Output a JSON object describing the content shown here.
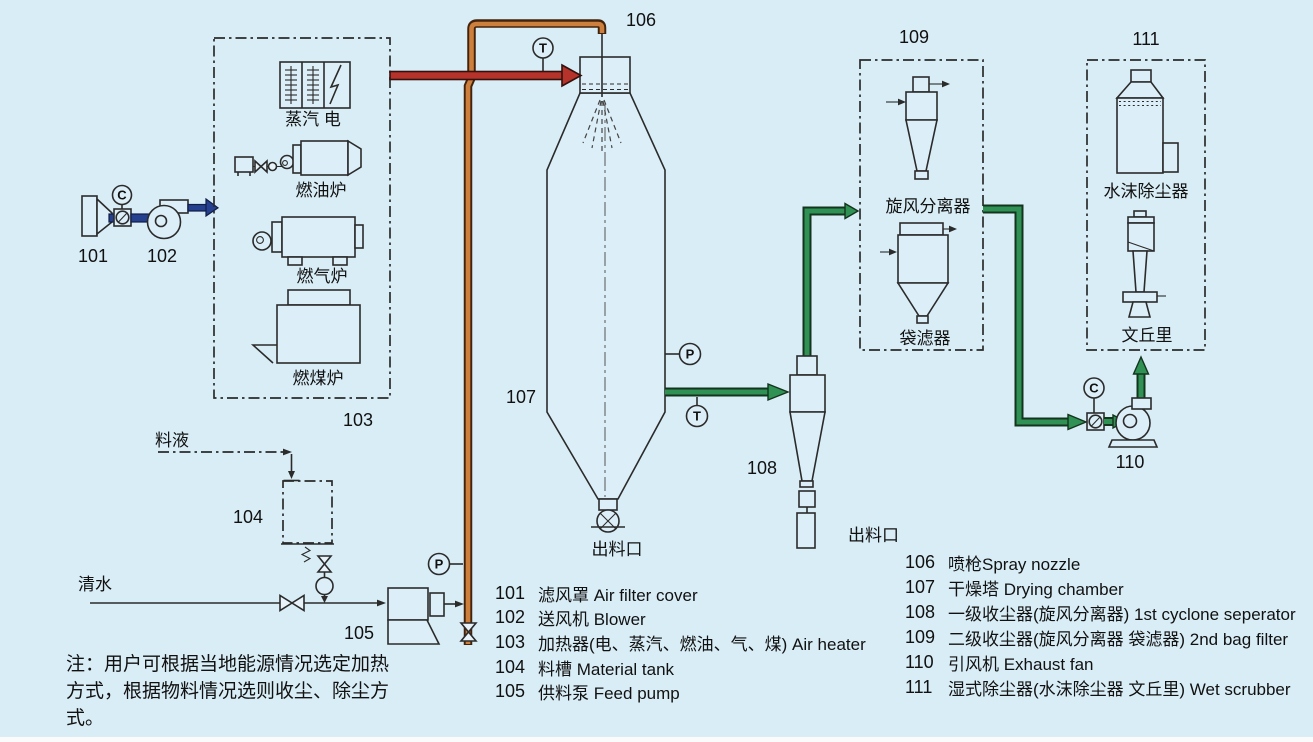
{
  "colors": {
    "background": "#d9edf6",
    "hot_air_pipe": "#b5332a",
    "feed_pipe": "#cd7f3d",
    "exhaust_pipe": "#2f9154",
    "inlet_air_arrow": "#24408e",
    "line": "#2b2b2b"
  },
  "labels": {
    "n101": "101",
    "n102": "102",
    "n103": "103",
    "n104": "104",
    "n105": "105",
    "n106": "106",
    "n107": "107",
    "n108": "108",
    "n109": "109",
    "n110": "110",
    "n111": "111",
    "steam_electric": "蒸汽 电",
    "oil_furnace": "燃油炉",
    "gas_furnace": "燃气炉",
    "coal_furnace": "燃煤炉",
    "feed_liquid": "料液",
    "clean_water": "清水",
    "tower_discharge": "出料口",
    "cyclone_discharge": "出料口",
    "cyclone_separator": "旋风分离器",
    "bag_filter": "袋滤器",
    "water_mist_scrubber": "水沫除尘器",
    "venturi": "文丘里",
    "inst_t": "T",
    "inst_p": "P",
    "inst_c": "C"
  },
  "legend_left": {
    "items": [
      {
        "num": "101",
        "text": "滤风罩 Air filter cover"
      },
      {
        "num": "102",
        "text": "送风机 Blower"
      },
      {
        "num": "103",
        "text": "加热器(电、蒸汽、燃油、气、煤) Air heater"
      },
      {
        "num": "104",
        "text": "料槽 Material tank"
      },
      {
        "num": "105",
        "text": "供料泵 Feed pump"
      }
    ]
  },
  "legend_right": {
    "items": [
      {
        "num": "106",
        "text": "喷枪Spray nozzle"
      },
      {
        "num": "107",
        "text": "干燥塔 Drying chamber"
      },
      {
        "num": "108",
        "text": "一级收尘器(旋风分离器) 1st cyclone seperator"
      },
      {
        "num": "109",
        "text": "二级收尘器(旋风分离器 袋滤器) 2nd bag filter"
      },
      {
        "num": "110",
        "text": "引风机 Exhaust fan"
      },
      {
        "num": "111",
        "text": "湿式除尘器(水沫除尘器 文丘里) Wet scrubber"
      }
    ]
  },
  "note": "注：用户可根据当地能源情况选定加热\n方式，根据物料情况选则收尘、除尘方\n式。"
}
